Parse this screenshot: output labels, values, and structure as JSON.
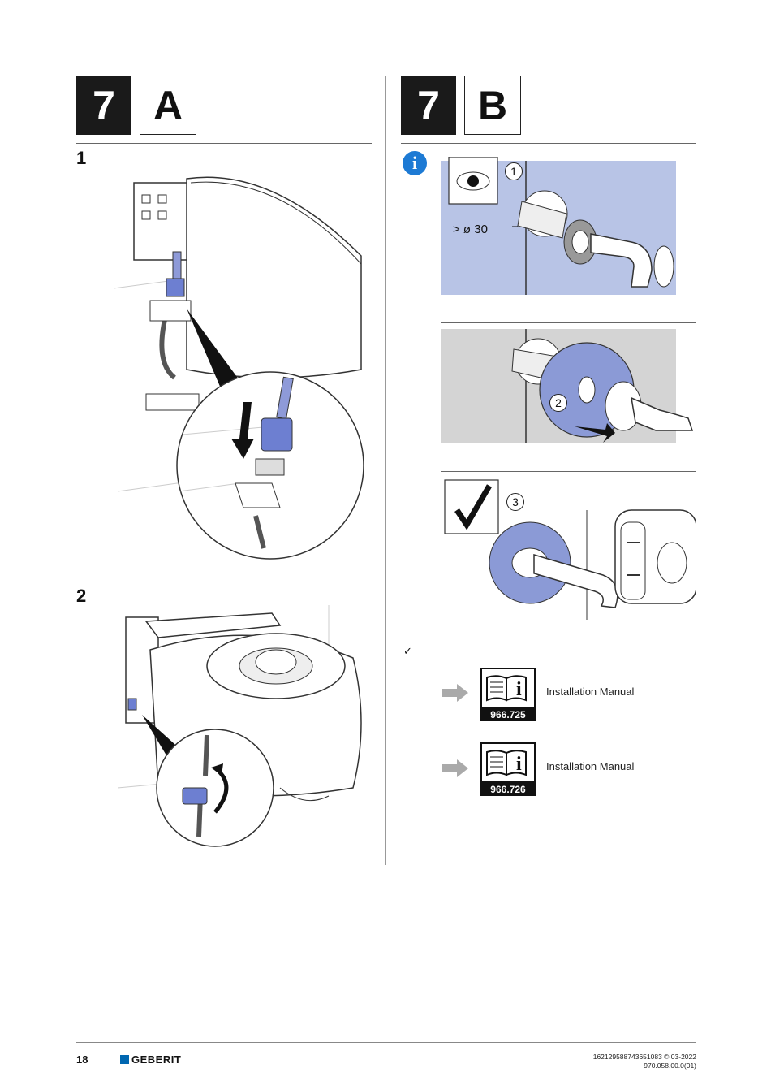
{
  "section_a": {
    "number": "7",
    "letter": "A"
  },
  "section_b": {
    "number": "7",
    "letter": "B"
  },
  "steps_a": [
    {
      "label": "1"
    },
    {
      "label": "2"
    }
  ],
  "step_b": {
    "diameter_label": "> ø 30",
    "callouts": [
      "1",
      "2",
      "3"
    ],
    "wall_color": "#b8c4e6",
    "rosette_color": "#8b9ad6",
    "grey_wall_color": "#d4d4d4"
  },
  "check_note": "✓",
  "manuals": [
    {
      "number": "966.725",
      "label": "Installation Manual"
    },
    {
      "number": "966.726",
      "label": "Installation Manual"
    }
  ],
  "footer": {
    "page": "18",
    "brand": "GEBERIT",
    "brand_color": "#0067b1",
    "code_line1": "1621295887436510​83 © 03-2022",
    "code_line2": "970.058.00.0(01)"
  }
}
